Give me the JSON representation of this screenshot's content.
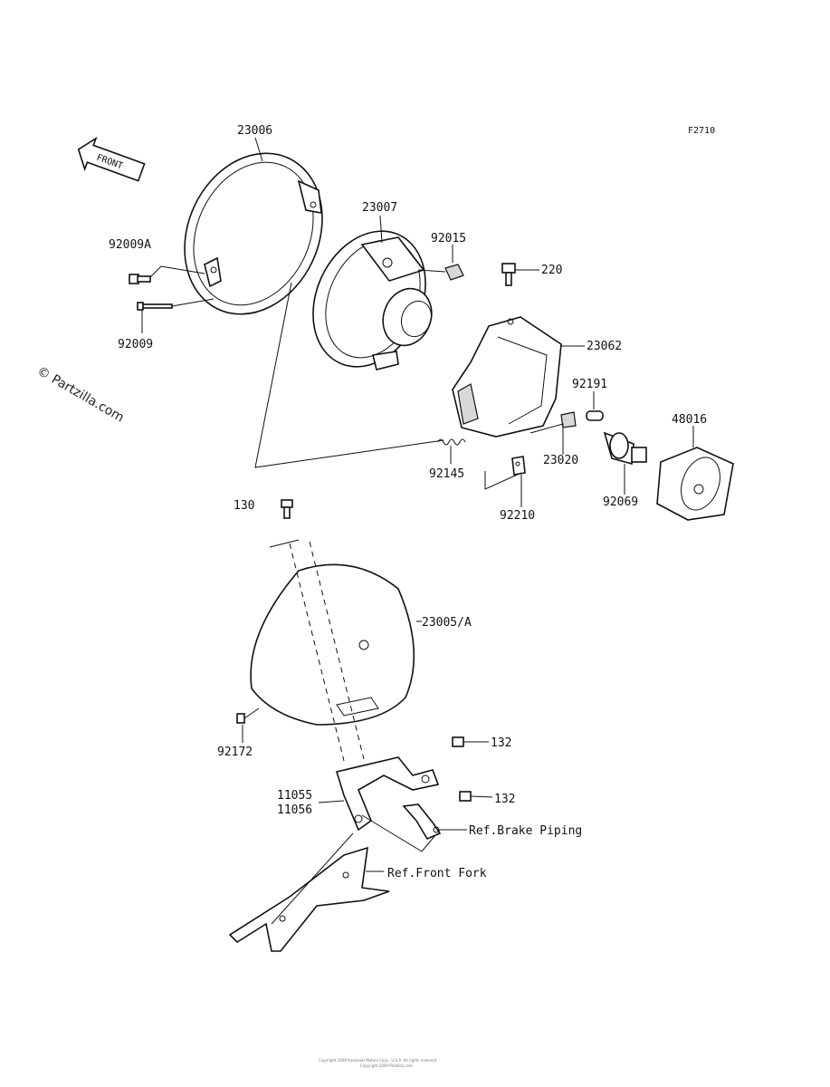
{
  "figure_id": "F2710",
  "watermark": "© Partzilla.com",
  "front_arrow": "FRONT",
  "parts": {
    "p23006": "23006",
    "p92009A": "92009A",
    "p92009": "92009",
    "p23007": "23007",
    "p92015": "92015",
    "p220": "220",
    "p23062": "23062",
    "p92191": "92191",
    "p48016": "48016",
    "p92145": "92145",
    "p23020": "23020",
    "p92210": "92210",
    "p92069": "92069",
    "p130": "130",
    "p23005A": "23005/A",
    "p92172": "92172",
    "p132a": "132",
    "p132b": "132",
    "p11055": "11055",
    "p11056": "11056"
  },
  "refs": {
    "brake_piping": "Ref.Brake Piping",
    "front_fork": "Ref.Front Fork"
  },
  "footer": {
    "line1": "Copyright 2009 Kawasaki Motors Corp., U.S.A. All rights reserved.",
    "line2": "Copyright 2009 Partzilla.com"
  }
}
